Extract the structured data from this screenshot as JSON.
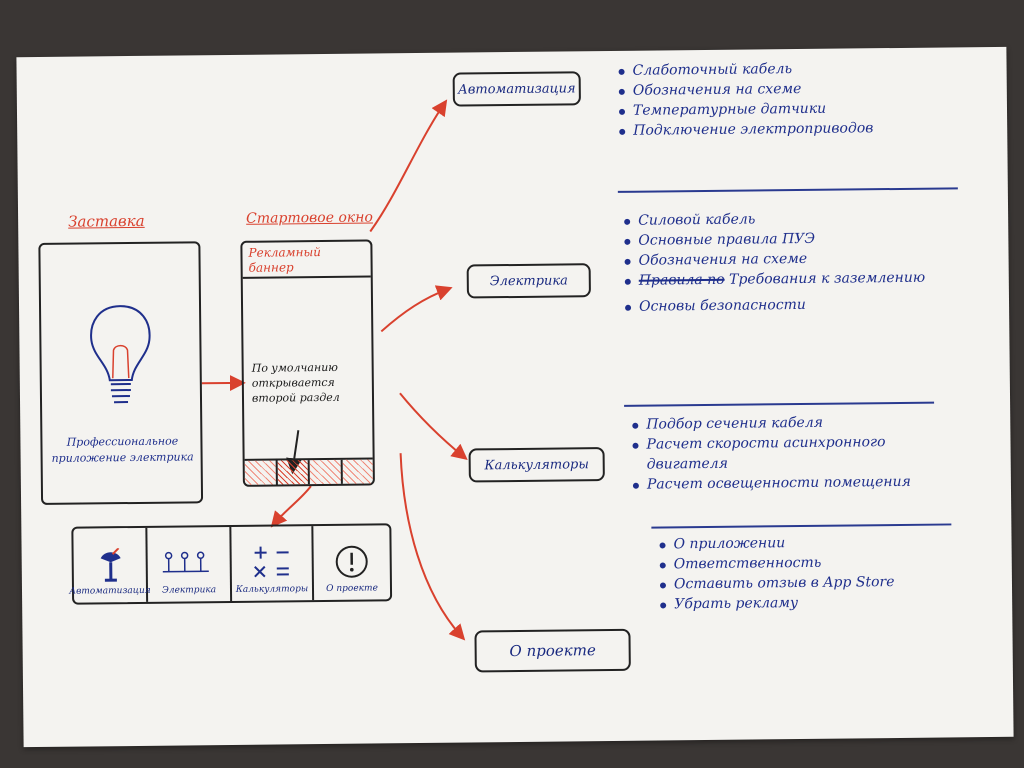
{
  "headings": {
    "splash": "Заставка",
    "start": "Стартовое окно"
  },
  "splash_screen": {
    "caption": "Профессиональное приложение электрика"
  },
  "start_screen": {
    "banner": "Рекламный баннер",
    "note": "По умолчанию открывается второй раздел"
  },
  "tabbar": [
    {
      "label": "Автоматизация",
      "icon": "valve-icon"
    },
    {
      "label": "Электрика",
      "icon": "circuit-icon"
    },
    {
      "label": "Калькуляторы",
      "icon": "math-signs-icon"
    },
    {
      "label": "О проекте",
      "icon": "info-circle-icon"
    }
  ],
  "sections": [
    {
      "name": "Автоматизация",
      "items": [
        "Слаботочный кабель",
        "Обозначения на схеме",
        "Температурные датчики",
        "Подключение электроприводов"
      ]
    },
    {
      "name": "Электрика",
      "items": [
        "Силовой кабель",
        "Основные правила ПУЭ",
        "Обозначения на схеме",
        "Требования к заземлению",
        "Основы безопасности"
      ],
      "struck": "Правила по"
    },
    {
      "name": "Калькуляторы",
      "items": [
        "Подбор сечения кабеля",
        "Расчет скорости асинхронного двигателя",
        "Расчет освещенности помещения"
      ]
    },
    {
      "name": "О проекте",
      "items": [
        "О приложении",
        "Ответственность",
        "Оставить отзыв в App Store",
        "Убрать рекламу"
      ]
    }
  ],
  "colors": {
    "ink_blue": "#1f2f8c",
    "ink_red": "#d9412e",
    "paper": "#f4f3f0",
    "desk": "#3a3634"
  }
}
